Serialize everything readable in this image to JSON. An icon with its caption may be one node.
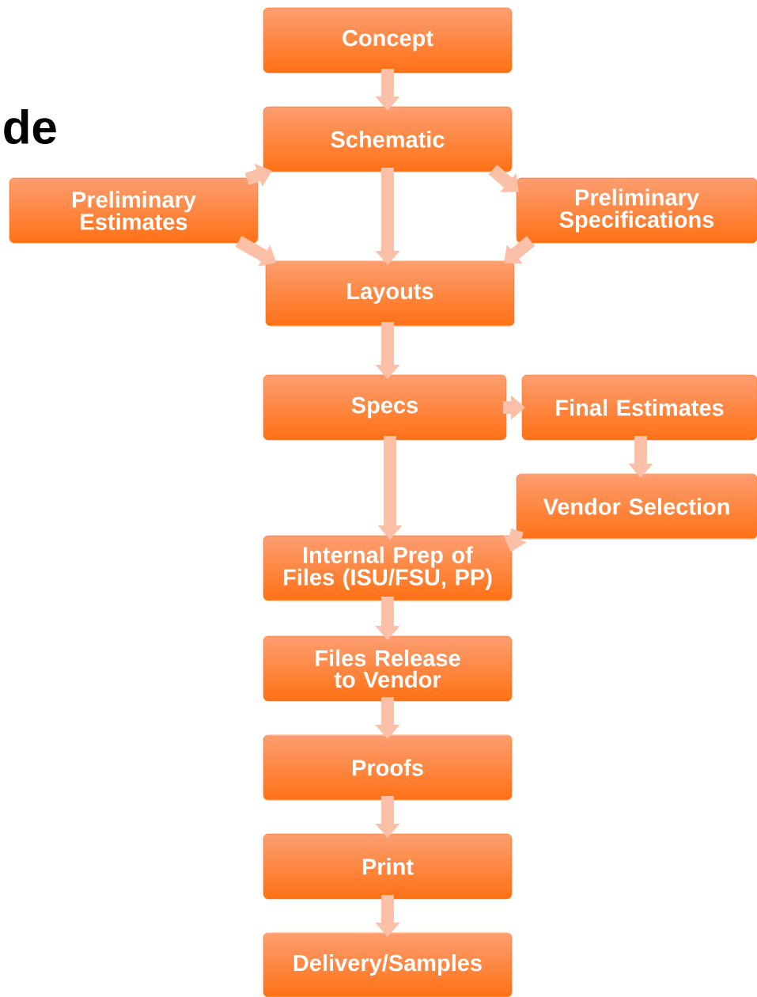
{
  "diagram": {
    "title": "de",
    "nodes": [
      {
        "text": [
          "Concept"
        ]
      },
      {
        "text": [
          "Schematic"
        ]
      },
      {
        "text": [
          "Preliminary Estimates"
        ]
      },
      {
        "text": [
          "Preliminary Specifications"
        ]
      },
      {
        "text": [
          "Layouts"
        ]
      },
      {
        "text": [
          "Specs"
        ]
      },
      {
        "text": [
          "Final Estimates"
        ]
      },
      {
        "text": [
          "Vendor Selection"
        ]
      },
      {
        "text": [
          "Internal Prep of Files (ISU/FSU, PP)"
        ]
      },
      {
        "text": [
          "Files Release to Vendor"
        ]
      },
      {
        "text": [
          "Proofs"
        ]
      },
      {
        "text": [
          "Print"
        ]
      },
      {
        "text": [
          "Delivery/Samples"
        ]
      }
    ],
    "edges": [
      {
        "from": 0,
        "to": 1,
        "arrow": "to"
      },
      {
        "from": 2,
        "to": 1,
        "arrow": "to"
      },
      {
        "from": 1,
        "to": 3,
        "arrow": "to"
      },
      {
        "from": 1,
        "to": 4,
        "arrow": "to"
      },
      {
        "from": 2,
        "to": 4,
        "arrow": "to"
      },
      {
        "from": 3,
        "to": 4,
        "arrow": "to"
      },
      {
        "from": 4,
        "to": 5,
        "arrow": "to"
      },
      {
        "from": 5,
        "to": 6,
        "arrow": "to"
      },
      {
        "from": 6,
        "to": 7,
        "arrow": "to"
      },
      {
        "from": 5,
        "to": 8,
        "arrow": "to"
      },
      {
        "from": 7,
        "to": 8,
        "arrow": "to"
      },
      {
        "from": 8,
        "to": 9,
        "arrow": "to"
      },
      {
        "from": 9,
        "to": 10,
        "arrow": "to"
      },
      {
        "from": 10,
        "to": 11,
        "arrow": "to"
      },
      {
        "from": 11,
        "to": 12,
        "arrow": "to"
      }
    ]
  }
}
